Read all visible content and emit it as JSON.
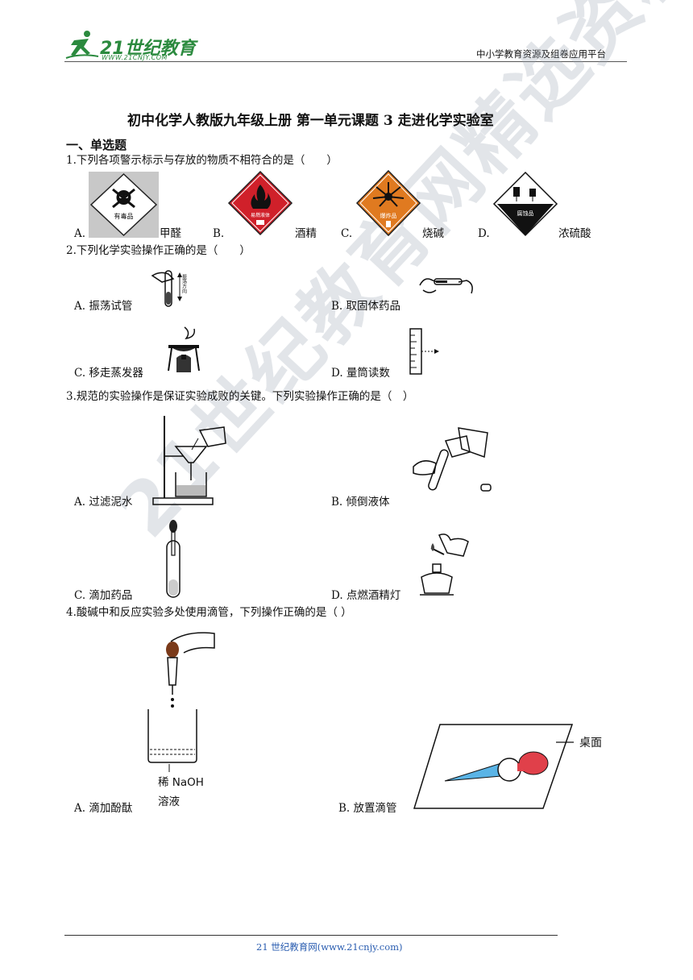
{
  "header": {
    "logo_main": "21世纪教育",
    "logo_sub": "WWW.21CNJY.COM",
    "right_text": "中小学教育资源及组卷应用平台"
  },
  "doc": {
    "title": "初中化学人教版九年级上册  第一单元课题 3  走进化学实验室",
    "section": "一、单选题"
  },
  "q1": {
    "stem": "1.下列各项警示标示与存放的物质不相符合的是（　　）",
    "options": [
      {
        "letter": "A.",
        "text": "甲醛",
        "sign_label": "有毒品",
        "sign_color": "#c8c8c8"
      },
      {
        "letter": "B.",
        "text": "酒精",
        "sign_label": "易燃液体",
        "sign_color": "#d0202a"
      },
      {
        "letter": "C.",
        "text": "烧碱",
        "sign_label": "爆炸品",
        "sign_color": "#e07a20"
      },
      {
        "letter": "D.",
        "text": "浓硫酸",
        "sign_label": "腐蚀品",
        "sign_color": "#111111"
      }
    ]
  },
  "q2": {
    "stem": "2.下列化学实验操作正确的是（　　）",
    "options": [
      "A. 振荡试管",
      "B. 取固体药品",
      "C. 移走蒸发器",
      "D. 量筒读数"
    ],
    "shake_label": "振荡方向"
  },
  "q3": {
    "stem": "3.规范的实验操作是保证实验成败的关键。下列实验操作正确的是（　）",
    "options": [
      "A. 过滤泥水",
      "B. 倾倒液体",
      "C. 滴加药品",
      "D. 点燃酒精灯"
    ]
  },
  "q4": {
    "stem": "4.酸碱中和反应实验多处使用滴管，下列操作正确的是（  ）",
    "options": [
      "A. 滴加酚酞",
      "B. 放置滴管"
    ],
    "beaker_label_1": "稀 NaOH",
    "beaker_label_2": "溶液",
    "table_label": "桌面"
  },
  "footer": {
    "text": "21 世纪教育网(www.21cnjy.com)"
  },
  "watermark": "21世纪教育网精选资料",
  "colors": {
    "logo_green": "#2b8a3e",
    "footer_blue": "#2a5db0"
  }
}
